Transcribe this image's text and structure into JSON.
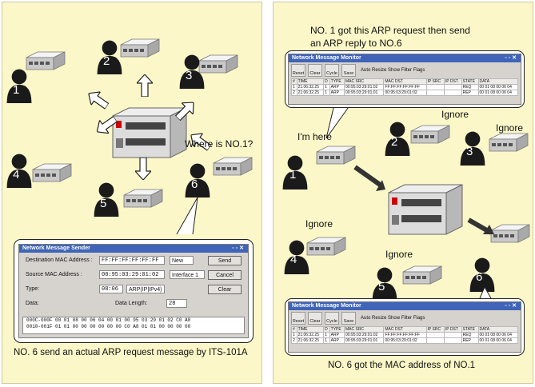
{
  "left_panel": {
    "node_labels": [
      "1",
      "2",
      "3",
      "4",
      "5",
      "6"
    ],
    "question": "Where is NO.1?",
    "caption": "NO. 6  send an actual ARP request message by ITS-101A",
    "sender": {
      "title": "Network Message Sender",
      "dest_label": "Destination MAC Address :",
      "dest_value": "FF:FF:FF:FF:FF:FF",
      "dest_select": "New",
      "src_label": "Source MAC Address :",
      "src_value": "00:95:03:29:01:02",
      "src_select": "Interface 1",
      "type_label": "Type:",
      "type_value": "08:06",
      "type_select": "ARP(IP|IPv4)",
      "data_label": "Data:",
      "length_label": "Data Length:",
      "length_value": "28",
      "send_btn": "Send",
      "cancel_btn": "Cancel",
      "clear_btn": "Clear",
      "hex_rows": [
        "000C-000F  00 01 08 00 06 04 00 01 00 95 03 29 01 02 C0 A8",
        "0010-001F  01 01 00 00 00 00 00 00 C0 A8 01 01 00 00 00 00"
      ]
    }
  },
  "right_panel": {
    "top_text_1": "NO. 1  got this ARP request then send",
    "top_text_2": "an ARP reply to NO.6",
    "im_here": "I'm here",
    "ignore": [
      "Ignore",
      "Ignore",
      "Ignore",
      "Ignore"
    ],
    "node_labels": [
      "1",
      "2",
      "3",
      "4",
      "5",
      "6"
    ],
    "caption": "NO. 6 got the MAC address of NO.1",
    "monitor_top": {
      "title": "Network Message Monitor",
      "toolbar": [
        "Reset",
        "Clear",
        "Cycle",
        "Save"
      ],
      "options": "Auto Resize    Show Filter Flags",
      "headers": [
        "#",
        "TIME",
        "D",
        "TYPE",
        "MAC SRC",
        "MAC DST",
        "IP SRC",
        "IP DST",
        "STATE",
        "DATA"
      ],
      "rows": [
        [
          "1",
          "21:06:32.25",
          "1",
          "ARP",
          "00:95:03:29:01:02",
          "FF:FF:FF:FF:FF:FF",
          "",
          "",
          "REQ",
          "00 01 08 00 06 04"
        ],
        [
          "2",
          "21:06:32.25",
          "1",
          "ARP",
          "00:95:03:29:01:01",
          "00:95:03:29:01:02",
          "",
          "",
          "REP",
          "00 01 08 00 06 04"
        ]
      ]
    },
    "monitor_bottom": {
      "title": "Network Message Monitor",
      "toolbar": [
        "Reset",
        "Clear",
        "Cycle",
        "Save"
      ],
      "options": "Auto Resize    Show Filter Flags",
      "headers": [
        "#",
        "TIME",
        "D",
        "TYPE",
        "MAC SRC",
        "MAC DST",
        "IP SRC",
        "IP DST",
        "STATE",
        "DATA"
      ],
      "rows": [
        [
          "1",
          "21:06:32.25",
          "1",
          "ARP",
          "00:95:03:29:01:02",
          "FF:FF:FF:FF:FF:FF",
          "",
          "",
          "REQ",
          "00 01 08 00 06 04"
        ],
        [
          "2",
          "21:06:32.25",
          "1",
          "ARP",
          "00:95:03:29:01:01",
          "00:95:03:29:01:02",
          "",
          "",
          "REP",
          "00 01 08 00 06 04"
        ]
      ]
    }
  },
  "colors": {
    "panel_bg": "#fbf7c8",
    "title_bar": "#3f64b8",
    "person": "#1a1a1a"
  }
}
